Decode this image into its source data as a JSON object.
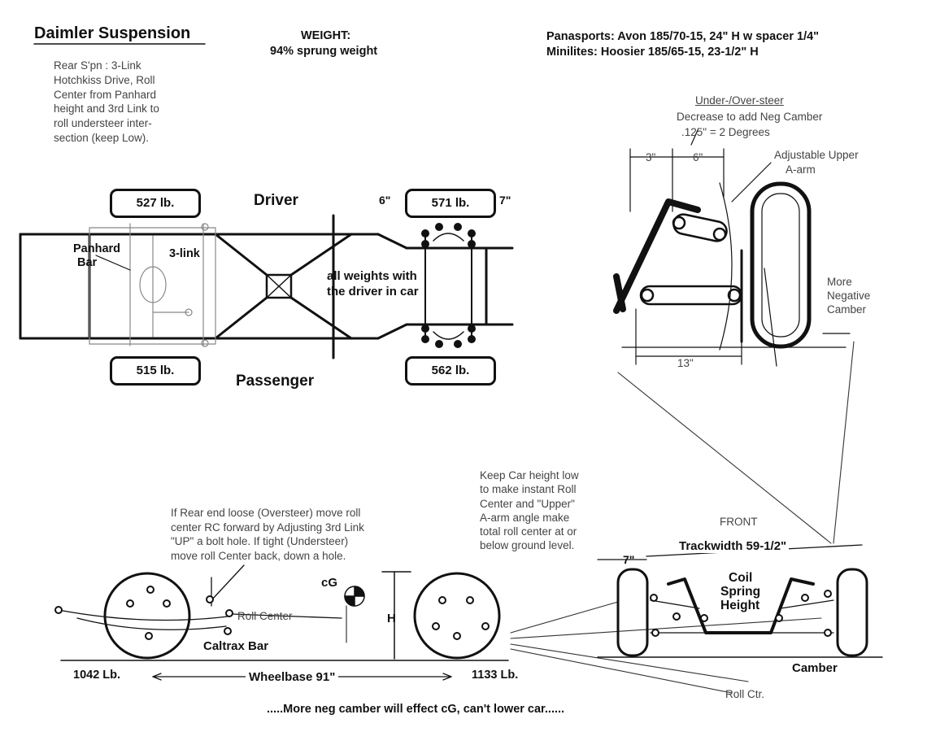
{
  "title": "Daimler Suspension",
  "rear_note": [
    "Rear S'pn : 3-Link",
    "Hotchkiss Drive, Roll",
    "Center from Panhard",
    "height and 3rd Link to",
    "roll understeer inter-",
    "section (keep Low)."
  ],
  "weight": {
    "heading": "WEIGHT:",
    "value": "94% sprung weight"
  },
  "tires": [
    "Panasports: Avon 185/70-15, 24\" H w spacer 1/4\"",
    "Minilites: Hoosier  185/65-15, 23-1/2\" H"
  ],
  "chassis": {
    "driver": "Driver",
    "passenger": "Passenger",
    "weights": {
      "rear_driver": "527 lb.",
      "front_driver": "571 lb.",
      "rear_passenger": "515 lb.",
      "front_passenger": "562 lb."
    },
    "panhard": [
      "Panhard",
      "Bar"
    ],
    "three_link": "3-link",
    "all_weights": [
      "all weights with",
      "the driver in car"
    ],
    "dim_6": "6\"",
    "dim_7": "7\""
  },
  "front_detail": {
    "heading": "Under-/Over-steer",
    "note1": "Decrease to add Neg Camber",
    "note2": ".125\"  =  2 Degrees",
    "dim_3": "3\"",
    "dim_6": "6\"",
    "dim_13": "13\"",
    "upper_arm": [
      "Adjustable Upper",
      "A-arm"
    ],
    "camber": [
      "More",
      "Negative",
      "Camber"
    ]
  },
  "side_view": {
    "note": [
      "If Rear end loose (Oversteer) move roll",
      "center RC forward by Adjusting 3rd Link",
      "\"UP\" a bolt hole.  If tight (Understeer)",
      "move roll Center back, down a hole."
    ],
    "roll_center": "Roll Center",
    "caltrax": "Caltrax Bar",
    "cg": "cG",
    "h": "H",
    "rear_weight": "1042 Lb.",
    "wheelbase": "Wheelbase 91\"",
    "front_weight": "1133 Lb."
  },
  "front_view": {
    "keep_note": [
      "Keep Car height low",
      "to make instant Roll",
      "Center and \"Upper\"",
      "A-arm angle make",
      "total roll center at or",
      "below ground level."
    ],
    "front": "FRONT",
    "trackwidth": "Trackwidth 59-1/2\"",
    "dim_7": "7\"",
    "coil": [
      "Coil",
      "Spring",
      "Height"
    ],
    "camber": "Camber",
    "roll_ctr": "Roll Ctr."
  },
  "footer": ".....More neg camber will effect cG, can't lower car......"
}
